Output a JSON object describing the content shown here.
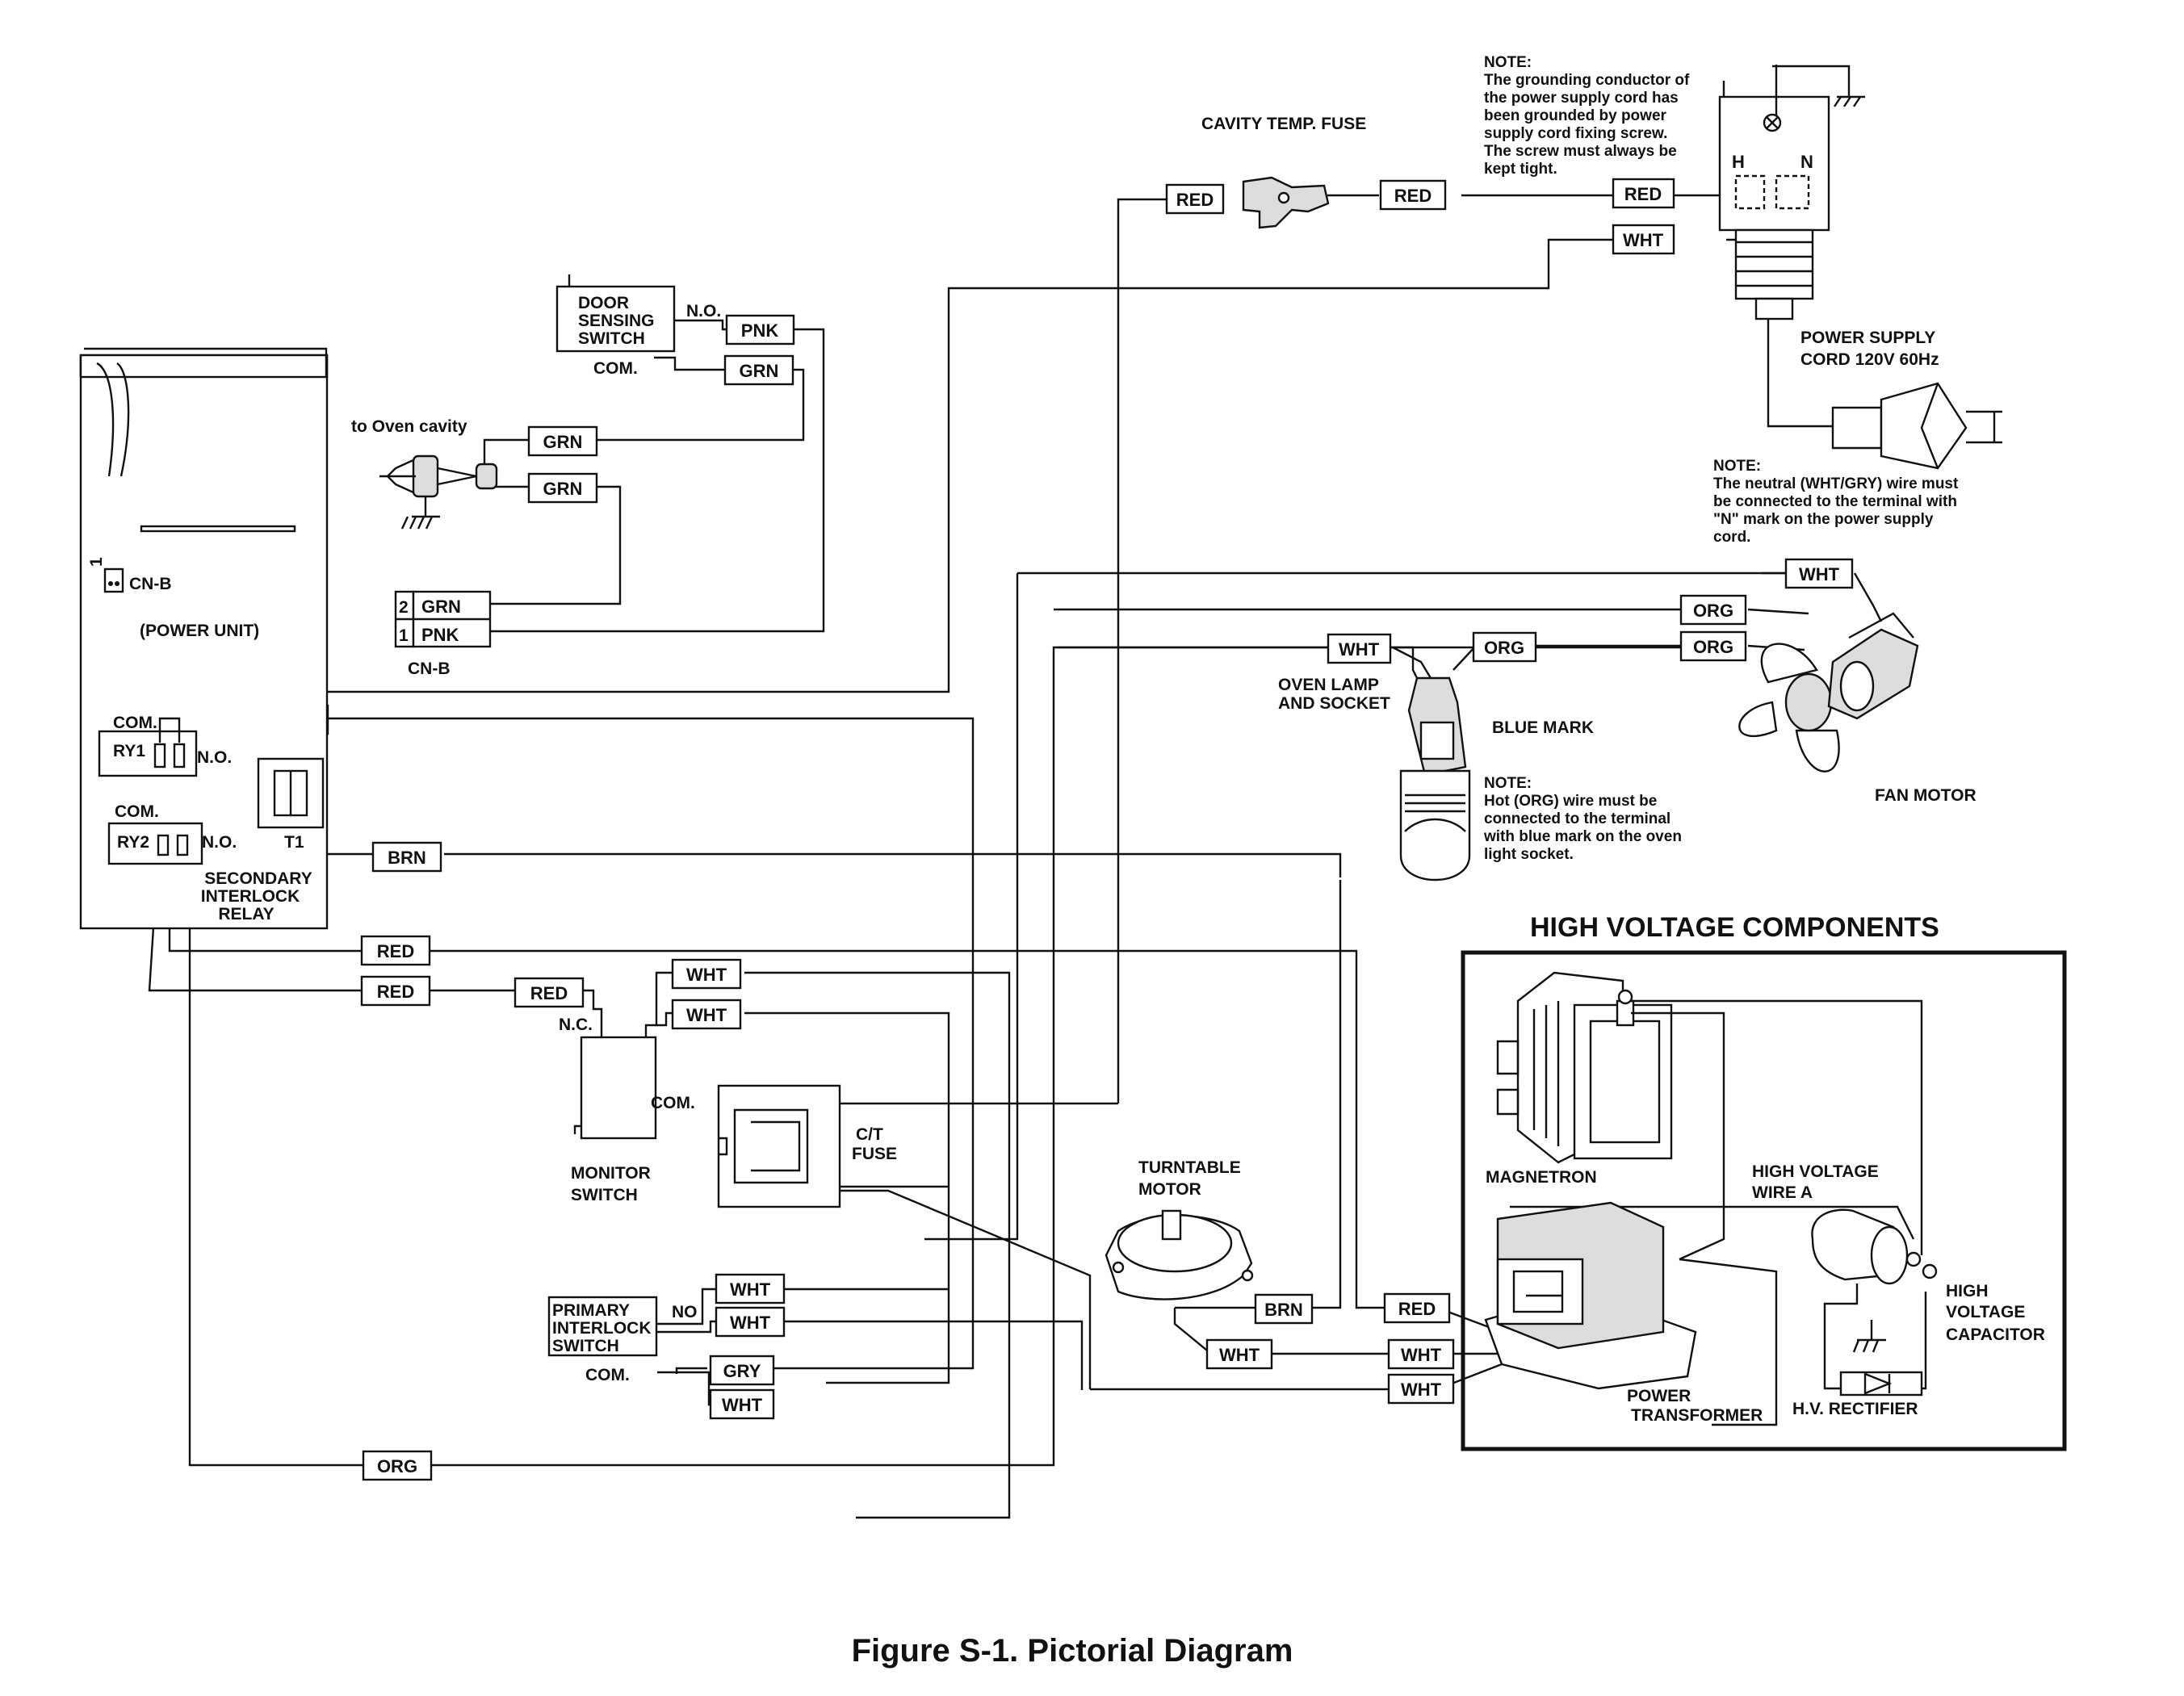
{
  "figure": {
    "caption": "Figure S-1. Pictorial Diagram"
  },
  "wire_colors": {
    "red": "RED",
    "wht": "WHT",
    "pnk": "PNK",
    "grn": "GRN",
    "gry": "GRY",
    "brn": "BRN",
    "org": "ORG"
  },
  "components": {
    "cavity_temp_fuse": "CAVITY TEMP. FUSE",
    "door_sensing_switch": [
      "DOOR",
      "SENSING",
      "SWITCH"
    ],
    "no": "N.O.",
    "com": "COM.",
    "to_oven_cavity": "to Oven cavity",
    "cn_b": "CN-B",
    "cn_b_pin2": "2",
    "cn_b_pin1": "1",
    "cn_b_conn": "CN-B",
    "power_unit": "(POWER UNIT)",
    "ry1": "RY1",
    "ry2": "RY2",
    "t1": "T1",
    "secondary_interlock_relay": [
      "SECONDARY",
      "INTERLOCK",
      "RELAY"
    ],
    "nc": "N.C.",
    "monitor_switch": [
      "MONITOR",
      "SWITCH"
    ],
    "ct_fuse": [
      "C/T",
      "FUSE"
    ],
    "primary_interlock_switch": [
      "PRIMARY",
      "INTERLOCK",
      "SWITCH"
    ],
    "no_short": "NO",
    "turntable_motor": [
      "TURNTABLE",
      "MOTOR"
    ],
    "oven_lamp": [
      "OVEN LAMP",
      "AND SOCKET"
    ],
    "blue_mark": "BLUE MARK",
    "fan_motor": "FAN MOTOR",
    "power_supply_cord": [
      "POWER SUPPLY",
      "CORD 120V 60Hz"
    ],
    "terminal_h": "H",
    "terminal_n": "N",
    "magnetron": "MAGNETRON",
    "hv_wire_a": [
      "HIGH VOLTAGE",
      "WIRE A"
    ],
    "hv_capacitor": [
      "HIGH",
      "VOLTAGE",
      "CAPACITOR"
    ],
    "power_transformer": [
      "POWER",
      "TRANSFORMER"
    ],
    "hv_rectifier": "H.V. RECTIFIER",
    "hv_components_title": "HIGH VOLTAGE COMPONENTS"
  },
  "notes": {
    "grounding": [
      "NOTE:",
      "The grounding conductor of",
      "the power supply cord has",
      "been grounded by power",
      "supply cord fixing screw.",
      "The screw must always be",
      "kept tight."
    ],
    "neutral": [
      "NOTE:",
      "The neutral (WHT/GRY) wire must",
      "be connected to the terminal with",
      "\"N\" mark on the power supply",
      "cord."
    ],
    "hot_org": [
      "NOTE:",
      "Hot (ORG) wire must be",
      "connected to the terminal",
      "with blue mark on the oven",
      "light socket."
    ]
  }
}
